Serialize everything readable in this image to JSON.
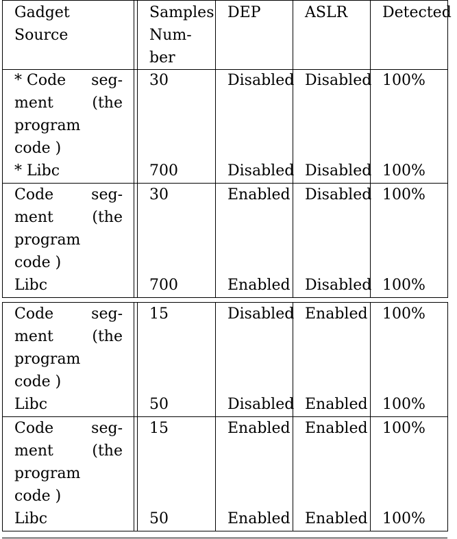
{
  "header": {
    "gadget_source": [
      "Gadget",
      "Source"
    ],
    "samples": [
      "Samples",
      "Num-",
      "ber"
    ],
    "dep": "DEP",
    "aslr": "ASLR",
    "detected": "Detected"
  },
  "groups": [
    {
      "rows": [
        {
          "source": [
            "* Code",
            "seg-",
            "ment",
            "(the",
            "program",
            "code )"
          ],
          "samples": "30",
          "dep": "Disabled",
          "aslr": "Disabled",
          "detected": "100%"
        },
        {
          "source": [
            "* Libc"
          ],
          "samples": "700",
          "dep": "Disabled",
          "aslr": "Disabled",
          "detected": "100%"
        }
      ]
    },
    {
      "rows": [
        {
          "source": [
            "Code",
            "seg-",
            "ment",
            "(the",
            "program",
            "code )"
          ],
          "samples": "30",
          "dep": "Enabled",
          "aslr": "Disabled",
          "detected": "100%"
        },
        {
          "source": [
            "Libc"
          ],
          "samples": "700",
          "dep": "Enabled",
          "aslr": "Disabled",
          "detected": "100%"
        }
      ]
    },
    {
      "rows": [
        {
          "source": [
            "Code",
            "seg-",
            "ment",
            "(the",
            "program",
            "code )"
          ],
          "samples": "15",
          "dep": "Disabled",
          "aslr": "Enabled",
          "detected": "100%"
        },
        {
          "source": [
            "Libc"
          ],
          "samples": "50",
          "dep": "Disabled",
          "aslr": "Enabled",
          "detected": "100%"
        }
      ]
    },
    {
      "rows": [
        {
          "source": [
            "Code",
            "seg-",
            "ment",
            "(the",
            "program",
            "code )"
          ],
          "samples": "15",
          "dep": "Enabled",
          "aslr": "Enabled",
          "detected": "100%"
        },
        {
          "source": [
            "Libc"
          ],
          "samples": "50",
          "dep": "Enabled",
          "aslr": "Enabled",
          "detected": "100%"
        }
      ]
    }
  ]
}
